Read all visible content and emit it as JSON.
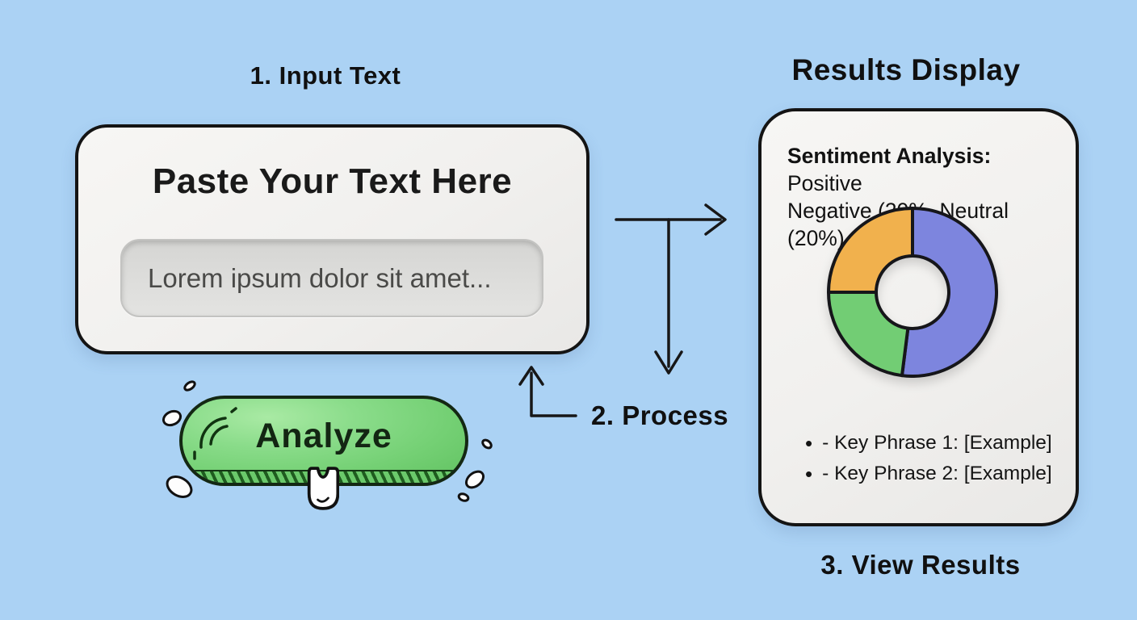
{
  "step1": {
    "label": "1. Input Text"
  },
  "input_card": {
    "heading": "Paste Your Text Here",
    "input_placeholder": "Lorem ipsum dolor sit amet..."
  },
  "analyze_button": {
    "label": "Analyze"
  },
  "process": {
    "label": "2. Process"
  },
  "results": {
    "title": "Results Display",
    "sentiment_bold": "Sentiment Analysis:",
    "sentiment_rest": " Positive",
    "sentiment_line2": "Negative (20%, Neutral (20%)",
    "bullet": "•",
    "key_phrases": [
      "- Key Phrase 1: [Example]",
      "- Key Phrase 2: [Example]"
    ]
  },
  "step3": {
    "label": "3. View Results"
  },
  "colors": {
    "background": "#abd2f4",
    "card_background": "#f1f0ee",
    "outline": "#141414",
    "button_green": "#74d074",
    "positive_blue": "#7d85de",
    "negative_green": "#72cd74",
    "neutral_orange": "#f1b14d"
  },
  "chart_data": {
    "type": "pie",
    "donut": true,
    "title": "Sentiment Analysis",
    "labels": [
      "Positive",
      "Negative",
      "Neutral"
    ],
    "values": [
      52,
      23,
      25
    ],
    "colors": [
      "#7d85de",
      "#72cd74",
      "#f1b14d"
    ],
    "stated_percentages": {
      "Negative": "20%",
      "Neutral": "20%"
    },
    "start_angle_deg": 0,
    "direction": "clockwise",
    "legend": "none"
  }
}
